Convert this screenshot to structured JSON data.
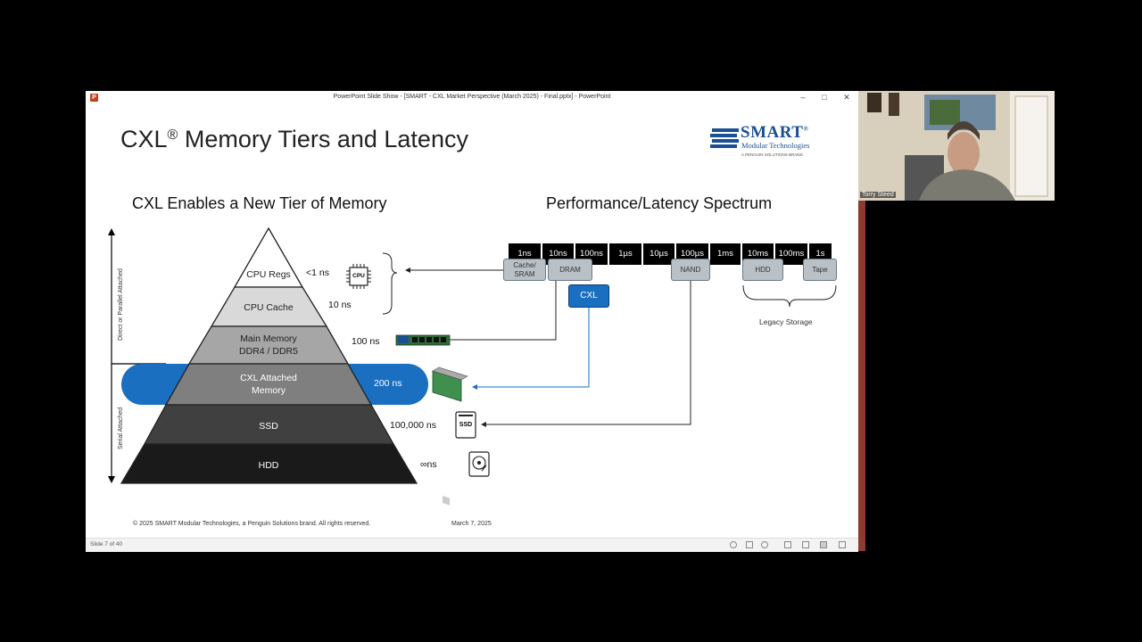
{
  "window": {
    "title": "PowerPoint Slide Show - [SMART - CXL Market Perspective (March 2025) - Final.pptx] - PowerPoint",
    "app_icon": "P",
    "status": "Slide 7 of 40"
  },
  "slide": {
    "title": "CXL",
    "title_mark": "®",
    "title_rest": " Memory Tiers and Latency",
    "left_heading": "CXL Enables a New Tier of Memory",
    "right_heading": "Performance/Latency Spectrum",
    "footer": "© 2025 SMART Modular Technologies, a Penguin Solutions brand. All rights reserved.",
    "date": "March 7, 2025"
  },
  "logo": {
    "word": "SMART",
    "mark": "®",
    "sub": "Modular Technologies",
    "brand": "A PENGUIN SOLUTIONS BRAND"
  },
  "pyramid": {
    "tiers": [
      {
        "label1": "CPU Regs",
        "label2": "",
        "latency": "<1 ns",
        "color": "#ffffff",
        "text_color": "#222"
      },
      {
        "label1": "CPU Cache",
        "label2": "",
        "latency": "10 ns",
        "color": "#d9d9d9",
        "text_color": "#222"
      },
      {
        "label1": "Main Memory",
        "label2": "DDR4 / DDR5",
        "latency": "100 ns",
        "color": "#a6a6a6",
        "text_color": "#222"
      },
      {
        "label1": "CXL Attached",
        "label2": "Memory",
        "latency": "200 ns",
        "color": "#7f7f7f",
        "text_color": "#fff"
      },
      {
        "label1": "SSD",
        "label2": "",
        "latency": "100,000 ns",
        "color": "#404040",
        "text_color": "#fff"
      },
      {
        "label1": "HDD",
        "label2": "",
        "latency": "∞ns",
        "color": "#1a1a1a",
        "text_color": "#fff"
      }
    ],
    "axis_top": "Direct or Parallel Attached",
    "axis_bottom": "Serial Attached"
  },
  "spectrum": {
    "cells": [
      "1ns",
      "10ns",
      "100ns",
      "1µs",
      "10µs",
      "100µs",
      "1ms",
      "10ms",
      "100ms",
      "1s"
    ],
    "boxes": {
      "cache_sram_1": "Cache/",
      "cache_sram_2": "SRAM",
      "dram": "DRAM",
      "nand": "NAND",
      "hdd": "HDD",
      "tape": "Tape",
      "cxl": "CXL"
    },
    "legacy": "Legacy Storage"
  },
  "icons": {
    "cpu": "cpu-chip-icon",
    "cpu_text": "CPU",
    "dimm": "dimm-module-icon",
    "cxl_card": "cxl-card-icon",
    "ssd": "ssd-icon",
    "ssd_text": "SSD",
    "hdd": "hard-drive-icon"
  },
  "webcam": {
    "name": "Torry Steed"
  },
  "colors": {
    "cxl_blue": "#1a6fc0",
    "logo_blue": "#1b4f93"
  }
}
